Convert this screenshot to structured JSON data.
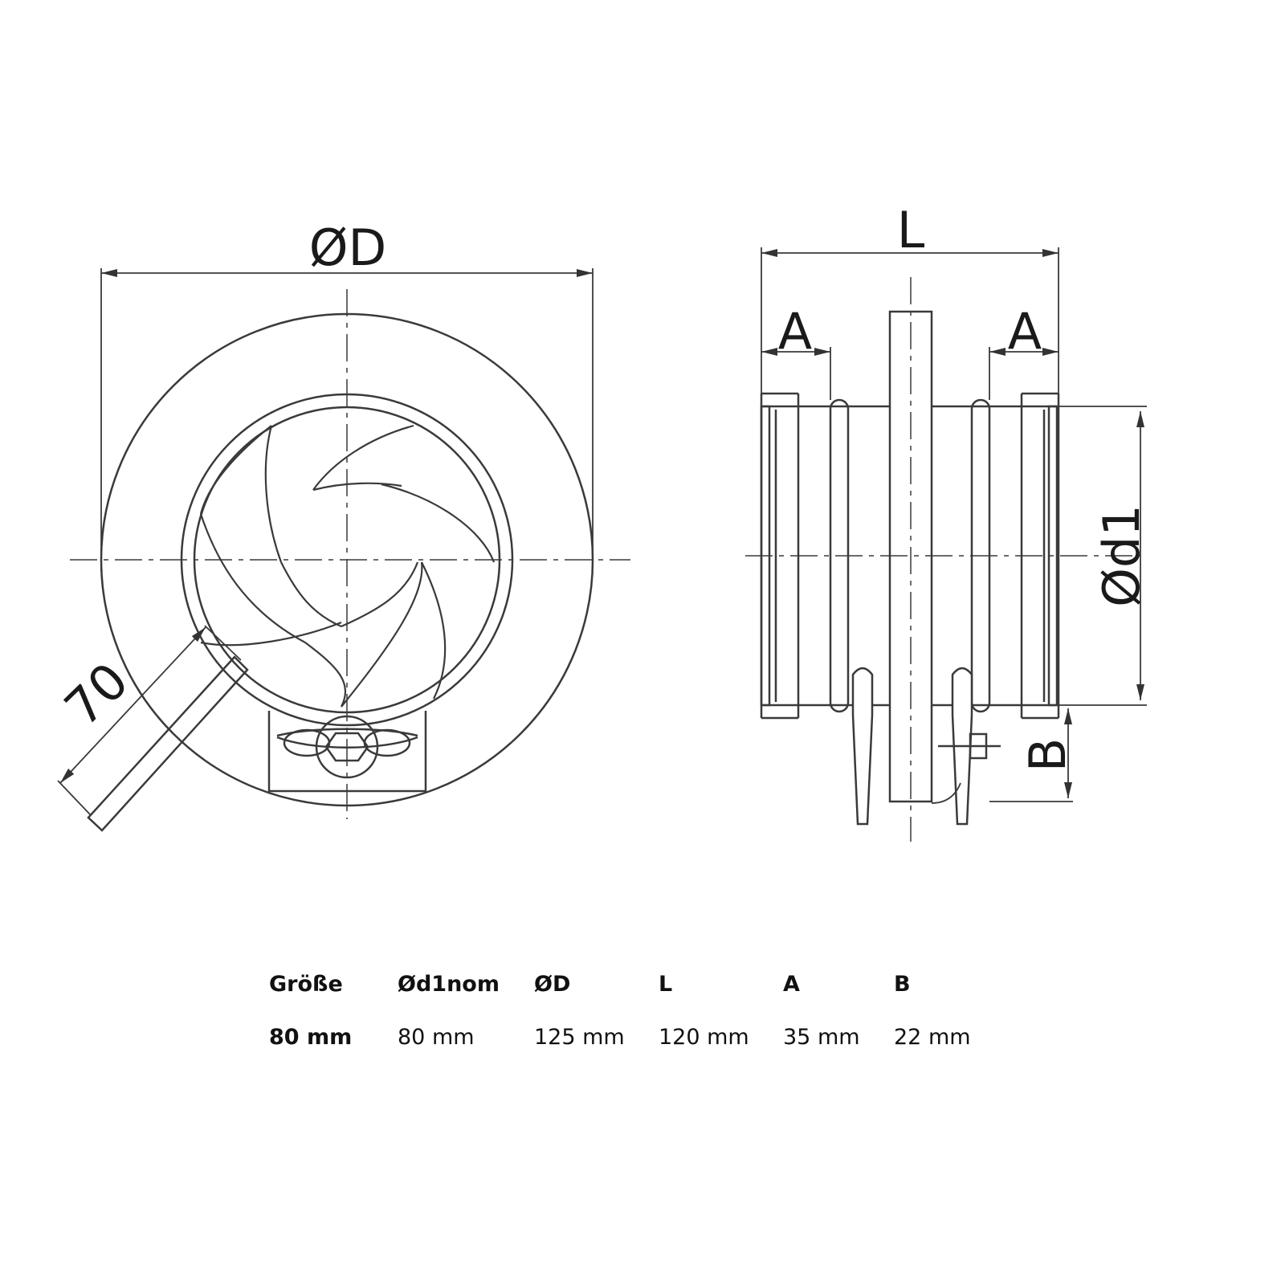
{
  "drawing": {
    "front_view": {
      "diameter_label": "ØD",
      "handle_length_label": "70"
    },
    "side_view": {
      "length_label": "L",
      "a_left_label": "A",
      "a_right_label": "A",
      "d1_label": "Ød1",
      "b_label": "B"
    }
  },
  "table": {
    "headers": [
      "Größe",
      "Ød1nom",
      "ØD",
      "L",
      "A",
      "B"
    ],
    "row": [
      "80 mm",
      "80 mm",
      "125 mm",
      "120 mm",
      "35 mm",
      "22 mm"
    ]
  }
}
